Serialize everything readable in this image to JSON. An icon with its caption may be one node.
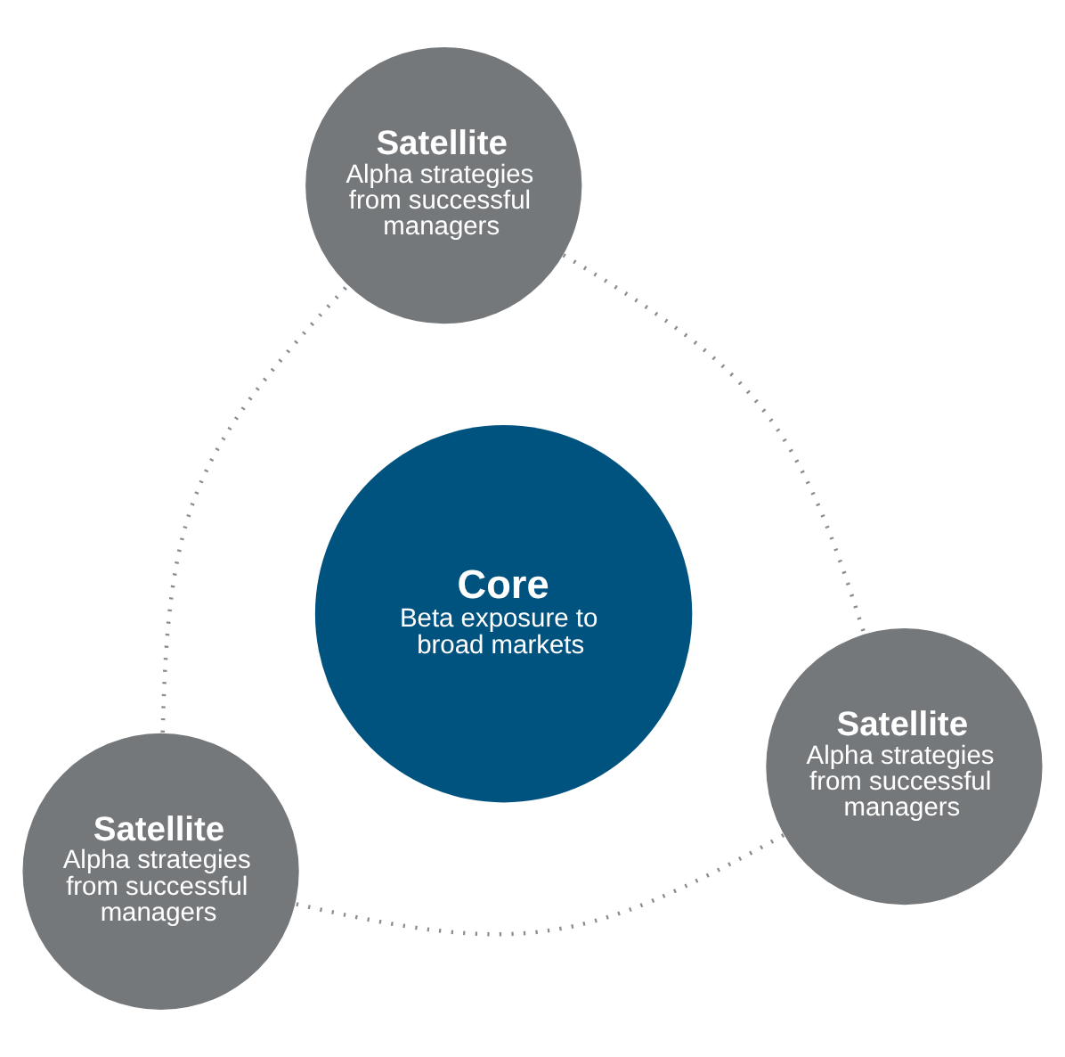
{
  "diagram": {
    "nodes": [
      {
        "text": [
          "Satellite",
          "Alpha strategies from successful managers"
        ]
      },
      {
        "text": [
          "Satellite",
          "Alpha strategies from successful managers"
        ]
      },
      {
        "text": [
          "Core",
          "Beta exposure to broad markets"
        ]
      },
      {
        "text": [
          "Satellite",
          "Alpha strategies from successful managers"
        ]
      }
    ],
    "edges": [
      {
        "from": 1,
        "to": 0,
        "arrow": "none",
        "style": "dashed"
      },
      {
        "from": 0,
        "to": 3,
        "arrow": "none",
        "style": "dashed"
      },
      {
        "from": 3,
        "to": 1,
        "arrow": "none",
        "style": "dashed"
      }
    ]
  }
}
